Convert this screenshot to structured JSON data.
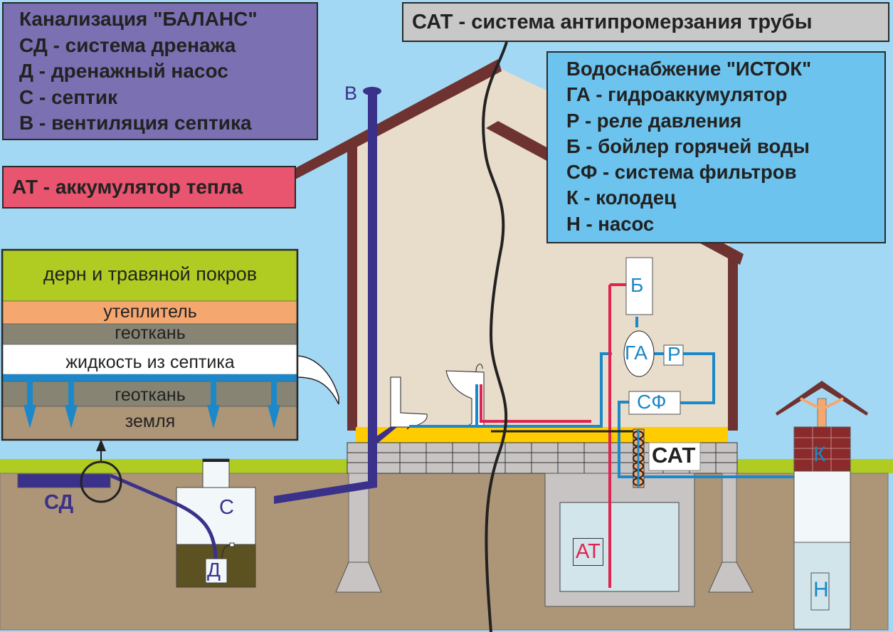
{
  "legends": {
    "sewer": {
      "title": "Канализация \"БАЛАНС\"",
      "items": [
        "СД - система дренажа",
        "Д - дренажный насос",
        "С - септик",
        "В - вентиляция септика"
      ],
      "color": "#7b70b2"
    },
    "sat": {
      "title": "САТ - система антипромерзания трубы",
      "color": "#c8c8c8"
    },
    "water": {
      "title": "Водоснабжение \"ИСТОК\"",
      "items": [
        "ГА - гидроаккумулятор",
        "Р - реле давления",
        "Б - бойлер горячей воды",
        "СФ - система фильтров",
        "К - колодец",
        "Н - насос"
      ],
      "color": "#6cc3ed"
    },
    "at": {
      "title": "АТ - аккумулятор тепла",
      "color": "#e9546f"
    }
  },
  "drainage_layers": [
    {
      "label": "дерн и травяной покров",
      "color": "#b0cb21"
    },
    {
      "label": "утеплитель",
      "color": "#f4a870"
    },
    {
      "label": "геоткань",
      "color": "#878473"
    },
    {
      "label": "жидкость из септика",
      "color": "#ffffff"
    },
    {
      "label": "геоткань",
      "color": "#878473"
    },
    {
      "label": "земля",
      "color": "#ad9578"
    }
  ],
  "diagram_labels": {
    "ventilation": "В",
    "drainage": "СД",
    "septic": "С",
    "drain_pump": "Д",
    "boiler": "Б",
    "accumulator": "ГА",
    "relay": "Р",
    "filters": "СФ",
    "sat": "САТ",
    "heat_accumulator": "АТ",
    "well": "К",
    "pump": "Н"
  },
  "colors": {
    "sky": "#a3d8f4",
    "ground": "#ad9578",
    "grass": "#b0cb21",
    "wall": "#6e3330",
    "interior": "#e8dccb",
    "sewer_pipe": "#3a318a",
    "cold_pipe": "#1b88c9",
    "hot_pipe": "#dd2550"
  }
}
